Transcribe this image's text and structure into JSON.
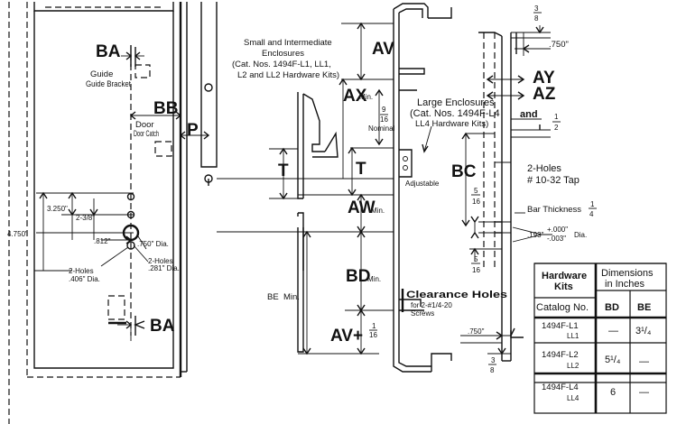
{
  "labels": {
    "ba_top": "BA",
    "guide_bracket": "Guide Bracket",
    "bb": "BB",
    "p": "P",
    "door_catch": "Door Catch",
    "dim_3250": "3.250\"",
    "dim_238": "2-3/8\"",
    "dim_4750": "4.750\"",
    "dim_812": ".812\"",
    "dim_750_dia": ".750\" Dia.",
    "two_holes_281": "2-Holes",
    "dia_281": ".281\" Dia.",
    "two_holes_406": "2-Holes",
    "dia_406": ".406\" Dia.",
    "ba_bottom": "BA",
    "small_title_1": "Small and Intermediate",
    "small_title_2": "Enclosures",
    "small_title_3": "(Cat. Nos. 1494F-L1, LL1,",
    "small_title_4": "L2 and LL2 Hardware Kits)",
    "av": "AV",
    "ax": "AX",
    "min": "Min.",
    "frac_9_16_num": "9",
    "frac_9_16_den": "16",
    "nominal": "Nominal",
    "t_left": "T",
    "t_right": "T",
    "aw": "AW",
    "be": "BE",
    "bd": "BD",
    "av_plus": "AV+",
    "frac_1_16_num": "1",
    "frac_1_16_den": "16",
    "large_title_1": "Large Enclosures",
    "large_title_2": "(Cat. Nos. 1494F-L4",
    "large_title_3": "LL4 Hardware Kits)",
    "adjustable": "Adjustable",
    "clearance_1": "Clearance Holes",
    "clearance_2": "for 2-#1/4-20",
    "clearance_3": "Screws",
    "bc": "BC",
    "frac_3_8_num": "3",
    "frac_3_8_den": "8",
    "dim_750_top": ".750\"",
    "ay": "AY",
    "az": "AZ",
    "and": "and",
    "frac_1_2_num": "1",
    "frac_1_2_den": "2",
    "two_holes_tap_1": "2-Holes",
    "two_holes_tap_2": "# 10-32  Tap",
    "frac_5_16_num": "5",
    "frac_5_16_den": "16",
    "bar_thickness": "Bar Thickness",
    "frac_1_4_num": "1",
    "frac_1_4_den": "4",
    "dim_193": ".193\"",
    "tol_plus": "+.000\"",
    "tol_minus": "-.003\"",
    "dia_short": "Dia.",
    "frac_5_16b_num": "5",
    "frac_5_16b_den": "16",
    "dim_750_bottom": ".750\"",
    "frac_3_8b_num": "3",
    "frac_3_8b_den": "8"
  },
  "table": {
    "header_col1_1": "Hardware",
    "header_col1_2": "Kits",
    "header_dims_1": "Dimensions",
    "header_dims_2": "in Inches",
    "catalog_no": "Catalog No.",
    "bd": "BD",
    "be": "BE",
    "rows": [
      {
        "cat": "1494F-L1",
        "sub": "LL1",
        "bd": "—",
        "be": "3¹/₄"
      },
      {
        "cat": "1494F-L2",
        "sub": "LL2",
        "bd": "5¹/₄",
        "be": "—"
      },
      {
        "cat": "1494F-L4",
        "sub": "LL4",
        "bd": "6",
        "be": "—"
      }
    ]
  }
}
